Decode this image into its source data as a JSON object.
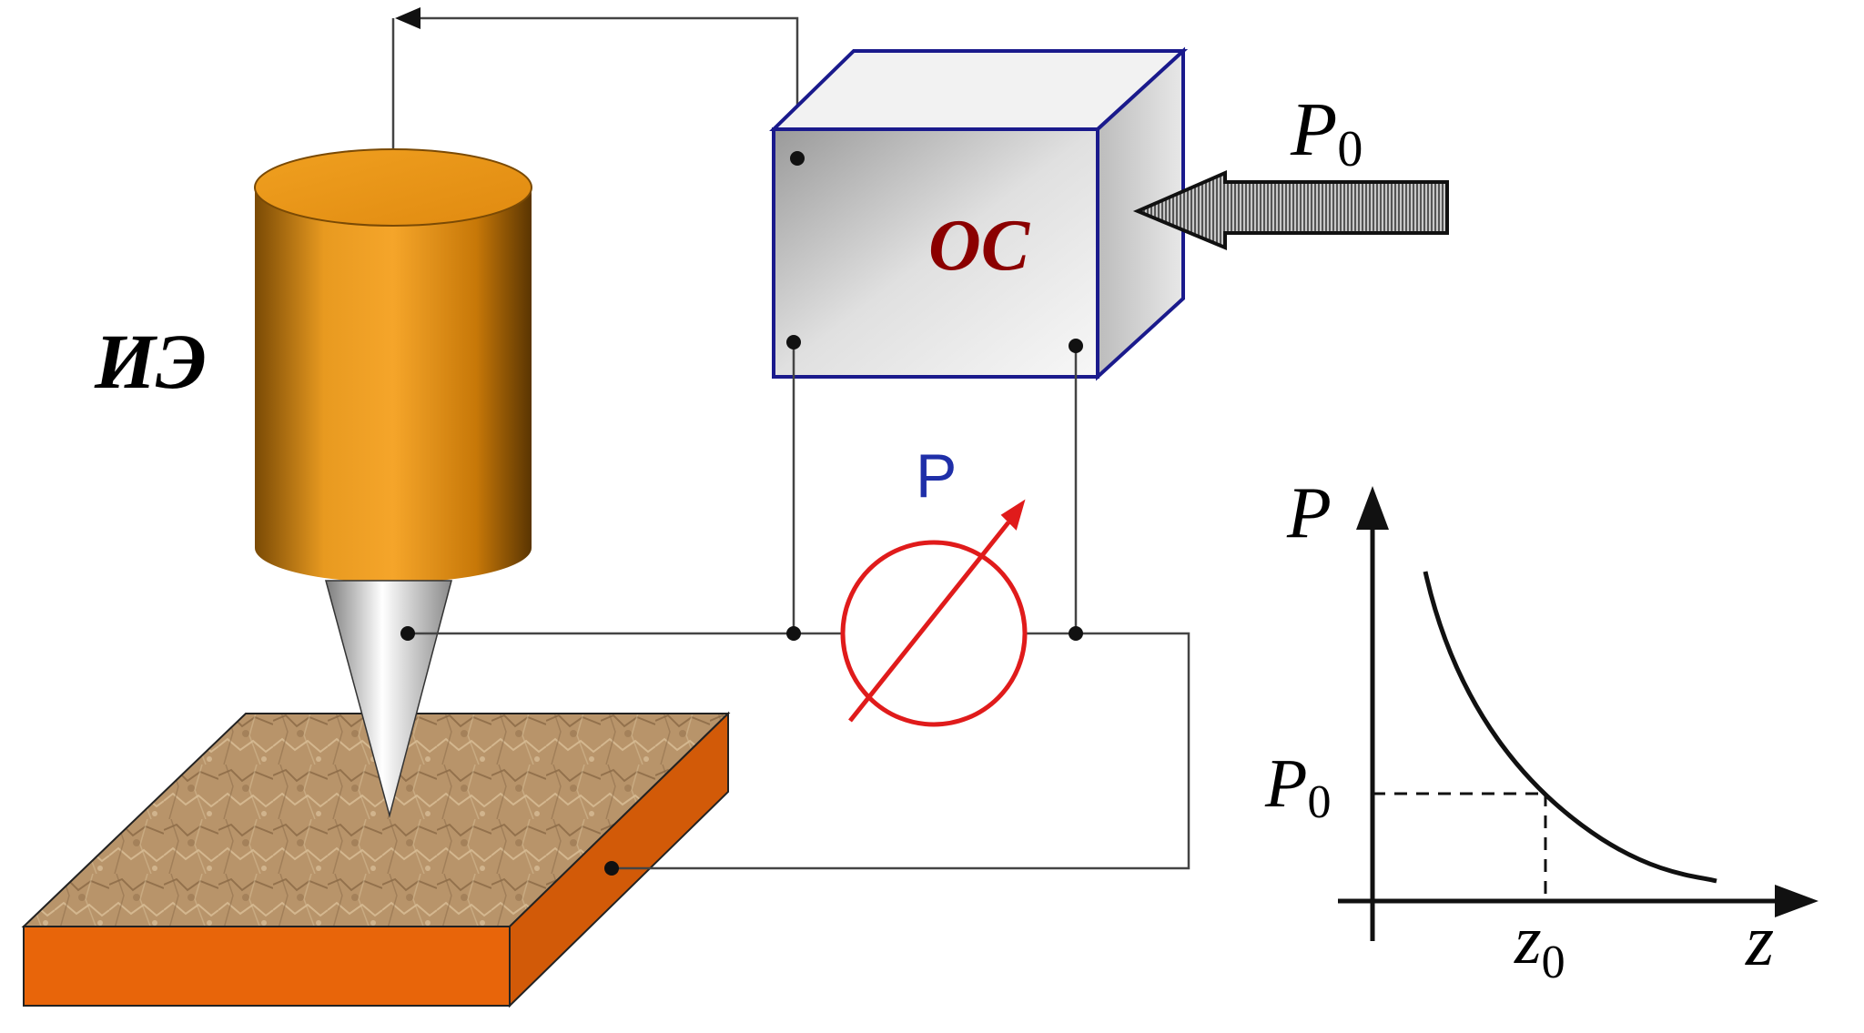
{
  "labels": {
    "probe": "ИЭ",
    "feedback_block": "OC",
    "meter": "P",
    "input_symbol": "P",
    "input_subscript": "0"
  },
  "graph": {
    "y_axis_label": "P",
    "x_axis_label": "z",
    "p0_symbol": "P",
    "p0_subscript": "0",
    "z0_symbol": "z",
    "z0_subscript": "0"
  },
  "colors": {
    "feedback_box_border": "#1a1a8c",
    "feedback_label": "#8b0000",
    "meter": "#e01b1b",
    "meter_label": "#1f2fa8",
    "probe_body": "#e08a10",
    "sample_side": "#e8650a",
    "sample_top": "#b8946a",
    "wire": "#444444"
  },
  "icon_names": [
    "cylinder-probe-icon",
    "tip-cone-icon",
    "sample-surface-icon",
    "ammeter-icon",
    "input-arrow-icon"
  ]
}
